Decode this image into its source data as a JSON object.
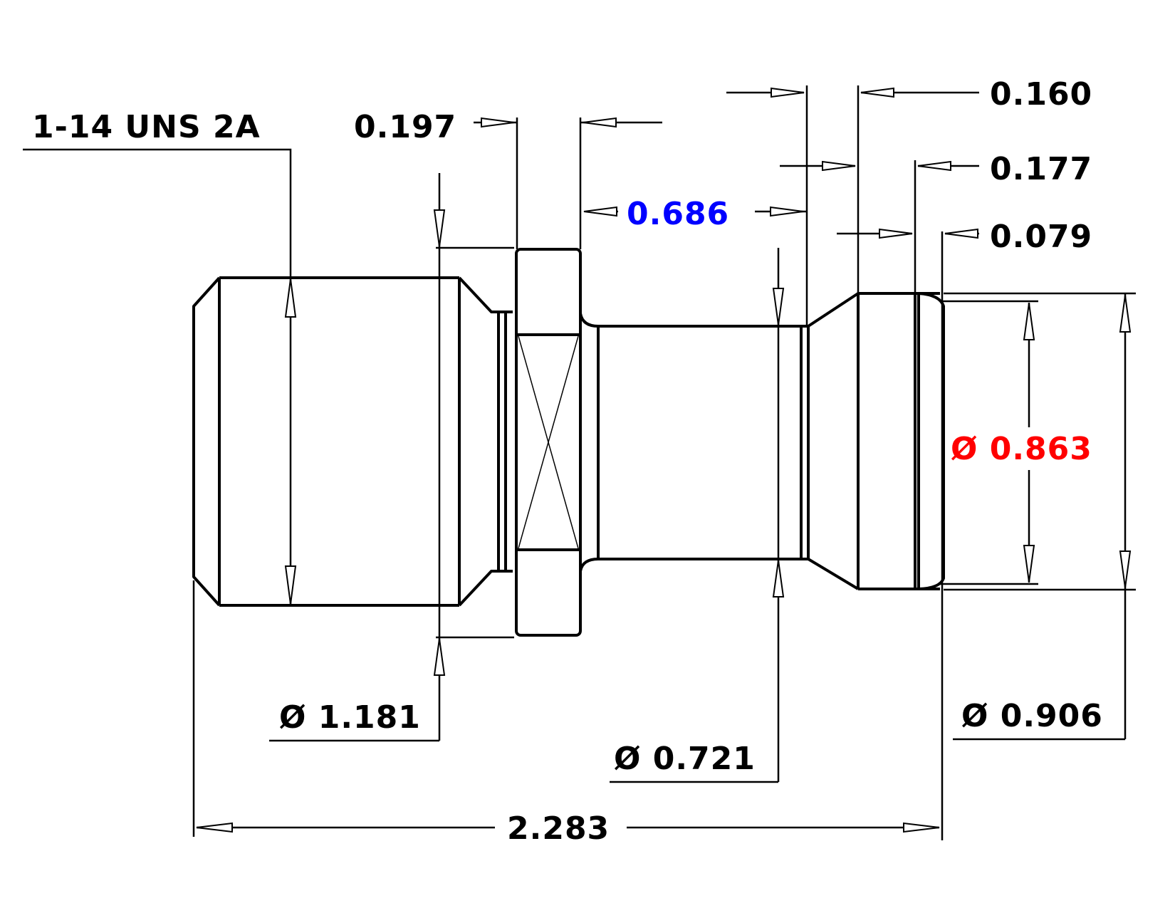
{
  "dimensions": {
    "thread": "1-14 UNS 2A",
    "d_0197": "0.197",
    "d_0686": "0.686",
    "d_0160": "0.160",
    "d_0177": "0.177",
    "d_0079": "0.079",
    "d_0863": "Ø 0.863",
    "d_0906": "Ø 0.906",
    "d_1181": "Ø 1.181",
    "d_0721": "Ø 0.721",
    "d_2283": "2.283"
  },
  "colors": {
    "default": "#000000",
    "highlight_blue": "#0000ff",
    "highlight_red": "#ff0000"
  }
}
